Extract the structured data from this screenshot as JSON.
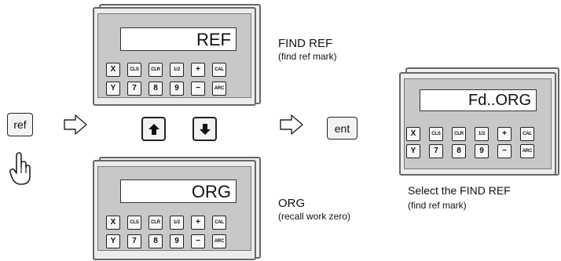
{
  "left": {
    "ref_key_label": "ref",
    "hand_icon": "pointing-hand-icon"
  },
  "panels": {
    "top": {
      "display": "REF"
    },
    "bottom": {
      "display": "ORG"
    },
    "right": {
      "display": "Fd..ORG"
    }
  },
  "keypad": {
    "row1": [
      "X",
      "CLS",
      "CLR",
      "1/2",
      "+",
      "CAL"
    ],
    "row2": [
      "Y",
      "7",
      "8",
      "9",
      "−",
      "ARC"
    ]
  },
  "middle": {
    "up_icon": "arrow-up-icon",
    "down_icon": "arrow-down-icon",
    "ent_key_label": "ent"
  },
  "captions": {
    "top_title": "FIND REF",
    "top_sub": "(find ref mark)",
    "bottom_title": "ORG",
    "bottom_sub": "(recall work zero)",
    "right_title": "Select the FIND REF",
    "right_sub": "(find ref mark)"
  },
  "colors": {
    "panel_face": "#c8c8c8",
    "panel_frame": "#ececec",
    "stroke": "#222222"
  }
}
